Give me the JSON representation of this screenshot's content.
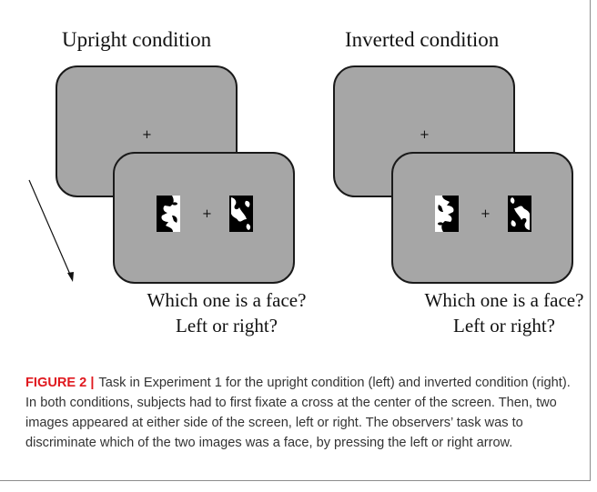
{
  "panels": {
    "left": {
      "title": "Upright condition",
      "cross": "+",
      "question_line1": "Which one is a face?",
      "question_line2": "Left or right?"
    },
    "right": {
      "title": "Inverted condition",
      "cross": "+",
      "question_line1": "Which one is a face?",
      "question_line2": "Left or right?"
    }
  },
  "caption": {
    "label": "FIGURE 2",
    "separator": "|",
    "text": "Task in Experiment 1 for the upright condition (left) and inverted condition (right). In both conditions, subjects had to first fixate a cross at the center of the screen. Then, two images appeared at either side of the screen, left or right. The observers’ task was to discriminate which of the two images was a face, by pressing the left or right arrow."
  },
  "colors": {
    "screen_fill": "#a6a6a6",
    "screen_border": "#1a1a1a",
    "caption_label": "#e0191f"
  }
}
